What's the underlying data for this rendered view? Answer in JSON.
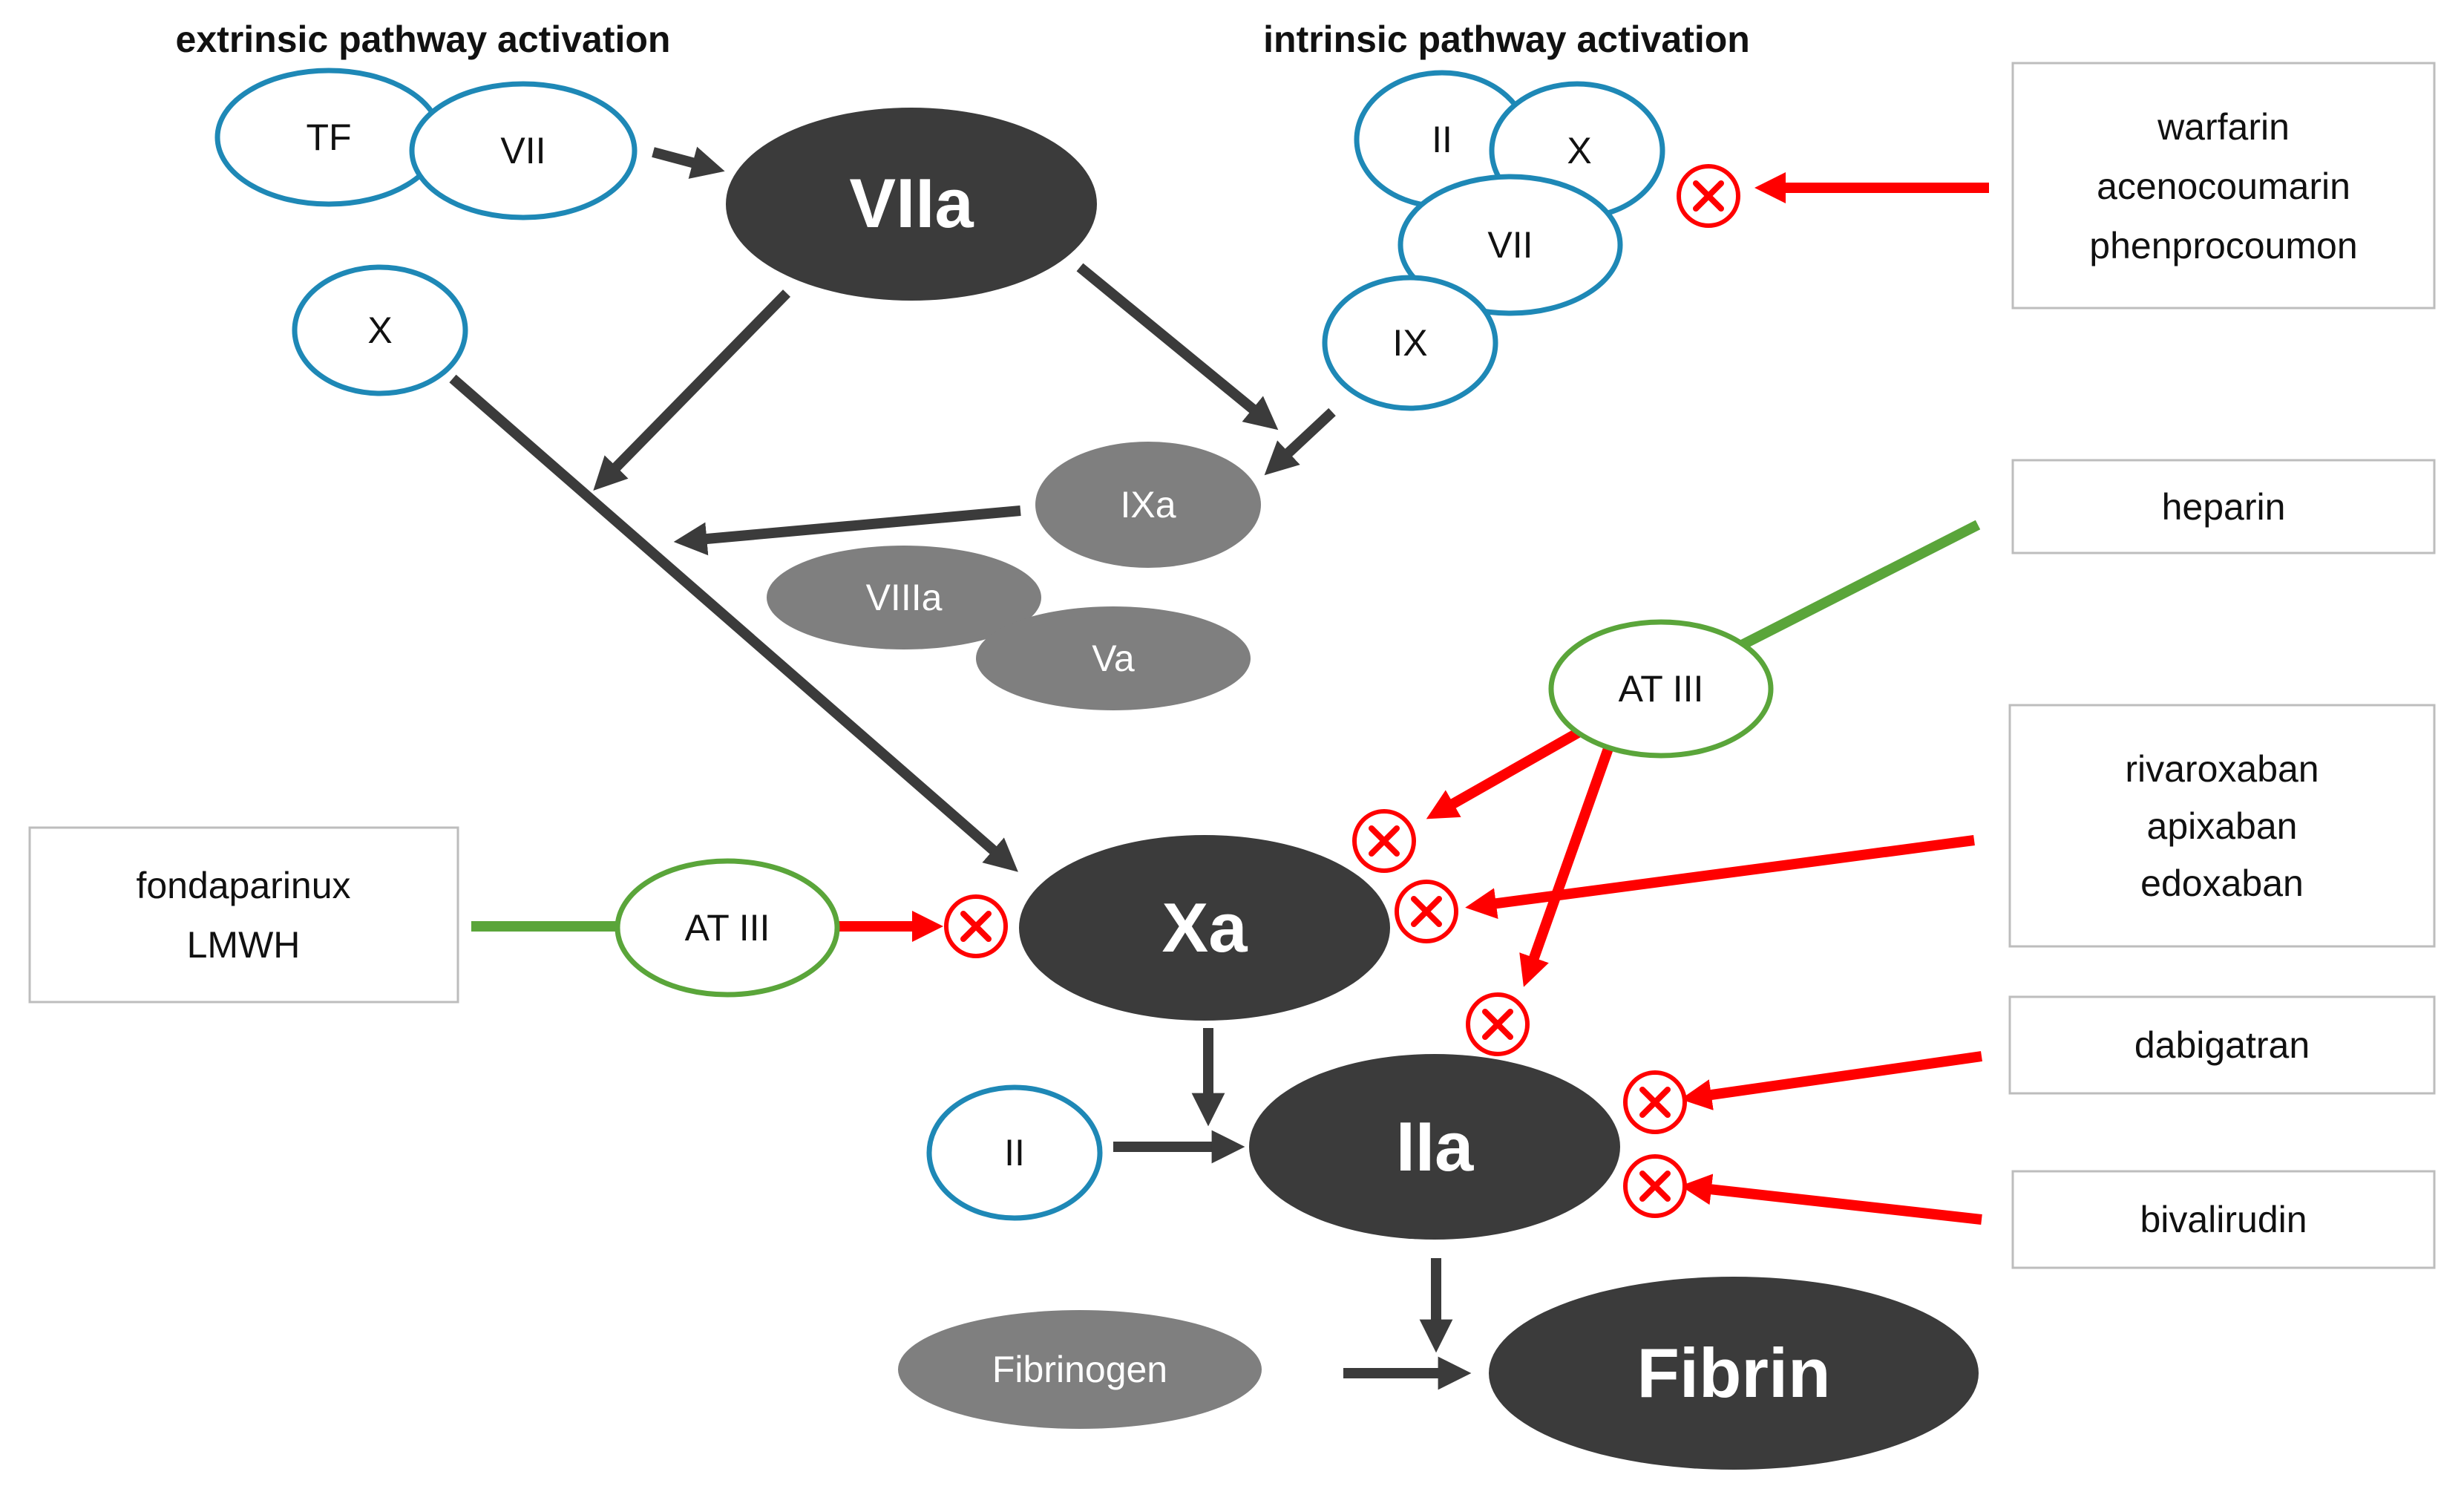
{
  "headers": {
    "extrinsic": "extrinsic pathway activation",
    "intrinsic": "intrinsic pathway activation"
  },
  "nodes": {
    "tf": "TF",
    "vii_extrinsic": "VII",
    "viia": "VIIa",
    "x_left": "X",
    "ii_intrinsic": "II",
    "x_intrinsic": "X",
    "vii_intrinsic": "VII",
    "ix": "IX",
    "ixa": "IXa",
    "viiia": "VIIIa",
    "va": "Va",
    "at3_upper": "AT III",
    "at3_lower": "AT III",
    "xa": "Xa",
    "ii_lower": "II",
    "iia": "IIa",
    "fibrinogen": "Fibrinogen",
    "fibrin": "Fibrin"
  },
  "drugs": {
    "vka": [
      "warfarin",
      "acenocoumarin",
      "phenprocoumon"
    ],
    "heparin": [
      "heparin"
    ],
    "xa_inhibitors": [
      "rivaroxaban",
      "apixaban",
      "edoxaban"
    ],
    "dabigatran": [
      "dabigatran"
    ],
    "bivalirudin": [
      "bivalirudin"
    ],
    "indirect": [
      "fondaparinux",
      "LMWH"
    ]
  },
  "colors": {
    "factor_outline": "#1e88b6",
    "active_dark": "#3b3b3b",
    "cofactor_grey": "#7f7f7f",
    "inhibit_red": "#ff0000",
    "activate_green": "#5aa53a",
    "arrow_dark": "#3b3b3b"
  }
}
